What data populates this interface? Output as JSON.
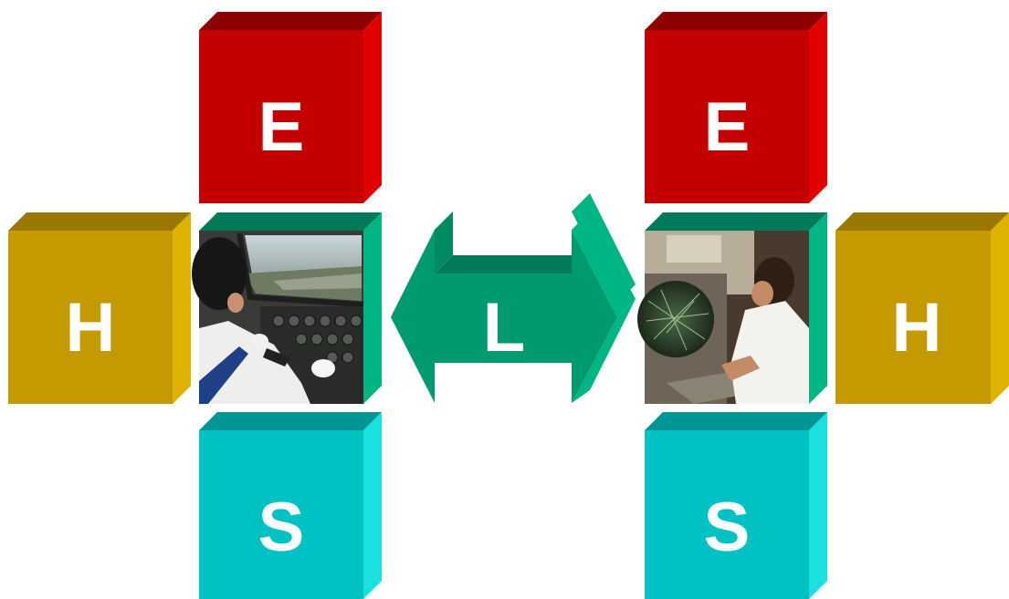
{
  "diagram": {
    "left_model": {
      "top": "E",
      "left": "H",
      "bottom": "S",
      "center_photo": "pilot-cockpit-photo"
    },
    "center_link": "L",
    "right_model": {
      "top": "E",
      "right": "H",
      "bottom": "S",
      "center_photo": "air-traffic-controller-photo"
    }
  },
  "colors": {
    "environment": "#c00000",
    "hardware": "#c49a00",
    "software": "#00c0c0",
    "liveware": "#009a70"
  }
}
